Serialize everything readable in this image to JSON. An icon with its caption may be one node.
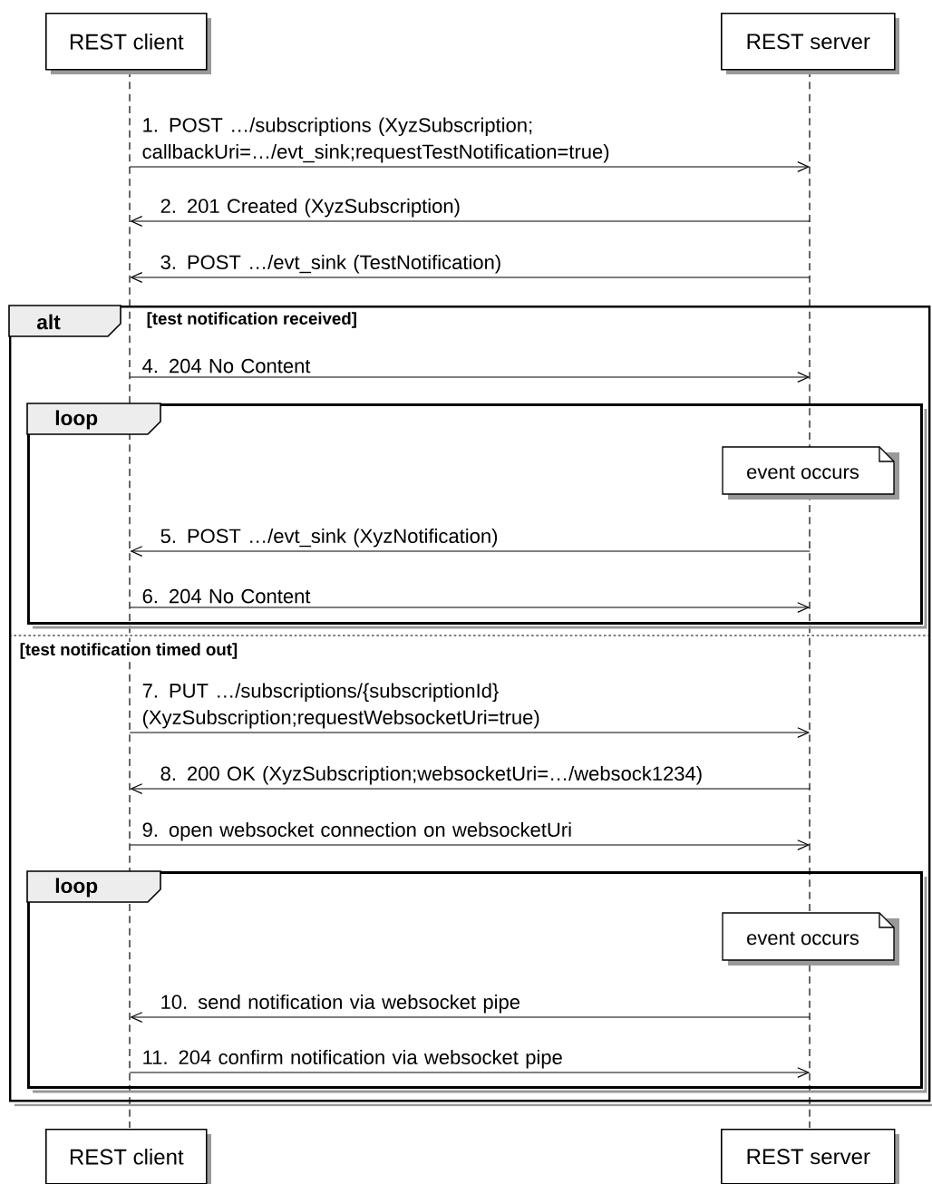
{
  "diagram": {
    "nodes": [
      {
        "text": [
          "REST client"
        ]
      },
      {
        "text": [
          "REST server"
        ]
      },
      {
        "text": [],
        "shape": "line"
      },
      {
        "text": [],
        "shape": "line"
      },
      {
        "text": [
          "alt",
          "[test notification received]",
          "[test notification timed out]"
        ]
      },
      {
        "text": [
          "loop"
        ],
        "in": 4
      },
      {
        "text": [
          "event occurs"
        ],
        "in": 5
      },
      {
        "text": [
          "loop"
        ],
        "in": 4
      },
      {
        "text": [
          "event occurs"
        ],
        "in": 7
      },
      {
        "text": [
          "REST client"
        ]
      },
      {
        "text": [
          "REST server"
        ]
      }
    ],
    "edges": [
      {
        "from": 2,
        "to": 3,
        "arrow": "to",
        "label": "1. POST …/subscriptions (XyzSubscription; callbackUri=…/evt_sink;requestTestNotification=true)"
      },
      {
        "from": 3,
        "to": 2,
        "arrow": "to",
        "label": "2. 201 Created (XyzSubscription)"
      },
      {
        "from": 3,
        "to": 2,
        "arrow": "to",
        "label": "3. POST …/evt_sink (TestNotification)"
      },
      {
        "from": 2,
        "to": 3,
        "arrow": "to",
        "label": "4. 204 No Content"
      },
      {
        "from": 3,
        "to": 2,
        "arrow": "to",
        "label": "5. POST …/evt_sink (XyzNotification)"
      },
      {
        "from": 2,
        "to": 3,
        "arrow": "to",
        "label": "6. 204 No Content"
      },
      {
        "from": 2,
        "to": 3,
        "arrow": "to",
        "label": "7. PUT …/subscriptions/{subscriptionId} (XyzSubscription;requestWebsocketUri=true)"
      },
      {
        "from": 3,
        "to": 2,
        "arrow": "to",
        "label": "8. 200 OK (XyzSubscription;websocketUri=…/websock1234)"
      },
      {
        "from": 2,
        "to": 3,
        "arrow": "to",
        "label": "9. open websocket connection on websocketUri"
      },
      {
        "from": 3,
        "to": 2,
        "arrow": "to",
        "label": "10. send notification via websocket pipe"
      },
      {
        "from": 2,
        "to": 3,
        "arrow": "to",
        "label": "11. 204 confirm notification via websocket pipe"
      }
    ]
  }
}
